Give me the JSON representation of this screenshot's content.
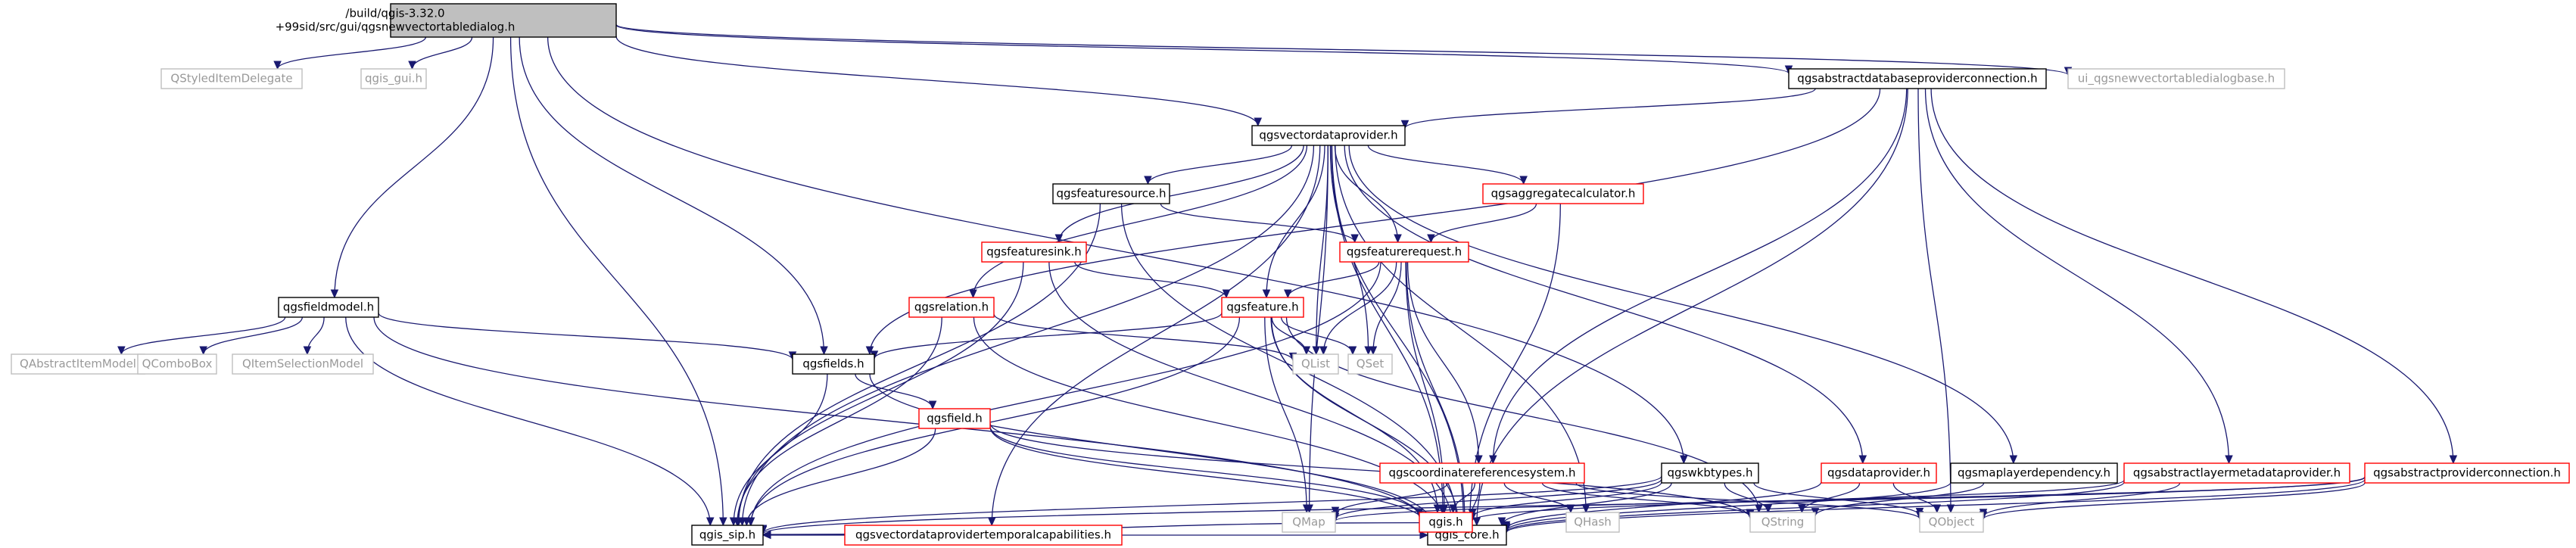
{
  "graph": {
    "colors": {
      "edge": "#191970",
      "root_fill": "#bfbfbf",
      "normal_border": "#000000",
      "truncated_border": "#ff0000",
      "external_border": "#bfbfbf",
      "node_text": "#000000",
      "external_text": "#999999"
    },
    "nodes": [
      {
        "id": "root",
        "lines": [
          "/build/qgis-3.32.0",
          "+99sid/src/gui/qgsnewvectortabledialog.h"
        ],
        "kind": "root"
      },
      {
        "id": "qstyleditemdelegate",
        "lines": [
          "QStyledItemDelegate"
        ],
        "kind": "external"
      },
      {
        "id": "qgis_gui",
        "lines": [
          "qgis_gui.h"
        ],
        "kind": "external"
      },
      {
        "id": "qgsfieldmodel",
        "lines": [
          "qgsfieldmodel.h"
        ],
        "kind": "normal"
      },
      {
        "id": "qabstractitemmodel",
        "lines": [
          "QAbstractItemModel"
        ],
        "kind": "external"
      },
      {
        "id": "qcombobox",
        "lines": [
          "QComboBox"
        ],
        "kind": "external"
      },
      {
        "id": "qitemselectionmodel",
        "lines": [
          "QItemSelectionModel"
        ],
        "kind": "external"
      },
      {
        "id": "qgsfields",
        "lines": [
          "qgsfields.h"
        ],
        "kind": "normal"
      },
      {
        "id": "qgsfield",
        "lines": [
          "qgsfield.h"
        ],
        "kind": "truncated"
      },
      {
        "id": "qgis_sip",
        "lines": [
          "qgis_sip.h"
        ],
        "kind": "normal"
      },
      {
        "id": "qgis_core",
        "lines": [
          "qgis_core.h"
        ],
        "kind": "normal"
      },
      {
        "id": "qgsvectordataprovider",
        "lines": [
          "qgsvectordataprovider.h"
        ],
        "kind": "normal"
      },
      {
        "id": "qgsfeaturesource",
        "lines": [
          "qgsfeaturesource.h"
        ],
        "kind": "normal"
      },
      {
        "id": "qgsfeaturesink",
        "lines": [
          "qgsfeaturesink.h"
        ],
        "kind": "truncated"
      },
      {
        "id": "qgsrelation",
        "lines": [
          "qgsrelation.h"
        ],
        "kind": "truncated"
      },
      {
        "id": "qgsfeaturerequest",
        "lines": [
          "qgsfeaturerequest.h"
        ],
        "kind": "truncated"
      },
      {
        "id": "qgsaggregatecalculator",
        "lines": [
          "qgsaggregatecalculator.h"
        ],
        "kind": "truncated"
      },
      {
        "id": "qgsfeature",
        "lines": [
          "qgsfeature.h"
        ],
        "kind": "truncated"
      },
      {
        "id": "qlist",
        "lines": [
          "QList"
        ],
        "kind": "external"
      },
      {
        "id": "qset",
        "lines": [
          "QSet"
        ],
        "kind": "external"
      },
      {
        "id": "qgsvdptemporal",
        "lines": [
          "qgsvectordataprovidertemporalcapabilities.h"
        ],
        "kind": "truncated"
      },
      {
        "id": "qgscrs",
        "lines": [
          "qgscoordinatereferencesystem.h"
        ],
        "kind": "truncated"
      },
      {
        "id": "qmap",
        "lines": [
          "QMap"
        ],
        "kind": "external"
      },
      {
        "id": "qgis_h",
        "lines": [
          "qgis.h"
        ],
        "kind": "truncated"
      },
      {
        "id": "qhash",
        "lines": [
          "QHash"
        ],
        "kind": "external"
      },
      {
        "id": "qgswkbtypes",
        "lines": [
          "qgswkbtypes.h"
        ],
        "kind": "normal"
      },
      {
        "id": "qstring",
        "lines": [
          "QString"
        ],
        "kind": "external"
      },
      {
        "id": "qgsdataprovider",
        "lines": [
          "qgsdataprovider.h"
        ],
        "kind": "truncated"
      },
      {
        "id": "qobject",
        "lines": [
          "QObject"
        ],
        "kind": "external"
      },
      {
        "id": "qgsmaplayerdependency",
        "lines": [
          "qgsmaplayerdependency.h"
        ],
        "kind": "normal"
      },
      {
        "id": "qgsabstractdbpc",
        "lines": [
          "qgsabstractdatabaseproviderconnection.h"
        ],
        "kind": "normal"
      },
      {
        "id": "ui_dialogbase",
        "lines": [
          "ui_qgsnewvectortabledialogbase.h"
        ],
        "kind": "external"
      },
      {
        "id": "qgsabstractlmp",
        "lines": [
          "qgsabstractlayermetadataprovider.h"
        ],
        "kind": "truncated"
      },
      {
        "id": "qgsabstractpc",
        "lines": [
          "qgsabstractproviderconnection.h"
        ],
        "kind": "truncated"
      }
    ],
    "edges": [
      [
        "root",
        "qstyleditemdelegate"
      ],
      [
        "root",
        "qgis_gui"
      ],
      [
        "root",
        "qgsfieldmodel"
      ],
      [
        "root",
        "qgsfields"
      ],
      [
        "root",
        "qgis_sip"
      ],
      [
        "root",
        "qgsvectordataprovider"
      ],
      [
        "root",
        "qgswkbtypes"
      ],
      [
        "root",
        "qgsabstractdbpc"
      ],
      [
        "root",
        "ui_dialogbase"
      ],
      [
        "qgsfieldmodel",
        "qabstractitemmodel"
      ],
      [
        "qgsfieldmodel",
        "qcombobox"
      ],
      [
        "qgsfieldmodel",
        "qitemselectionmodel"
      ],
      [
        "qgsfieldmodel",
        "qgsfields"
      ],
      [
        "qgsfieldmodel",
        "qgis_sip"
      ],
      [
        "qgsfieldmodel",
        "qgis_core"
      ],
      [
        "qgsfields",
        "qgsfield"
      ],
      [
        "qgsfields",
        "qgis_sip"
      ],
      [
        "qgsfields",
        "qgis_core"
      ],
      [
        "qgsfield",
        "qgis_sip"
      ],
      [
        "qgsfield",
        "qgis_core"
      ],
      [
        "qgsfield",
        "qgis_h"
      ],
      [
        "qgsfield",
        "qstring"
      ],
      [
        "qgsvectordataprovider",
        "qgsfeaturesource"
      ],
      [
        "qgsvectordataprovider",
        "qgsfeaturesink"
      ],
      [
        "qgsvectordataprovider",
        "qgsrelation"
      ],
      [
        "qgsvectordataprovider",
        "qgsfeaturerequest"
      ],
      [
        "qgsvectordataprovider",
        "qgsaggregatecalculator"
      ],
      [
        "qgsvectordataprovider",
        "qgsfeature"
      ],
      [
        "qgsvectordataprovider",
        "qlist"
      ],
      [
        "qgsvectordataprovider",
        "qset"
      ],
      [
        "qgsvectordataprovider",
        "qgsvdptemporal"
      ],
      [
        "qgsvectordataprovider",
        "qmap"
      ],
      [
        "qgsvectordataprovider",
        "qhash"
      ],
      [
        "qgsvectordataprovider",
        "qgsdataprovider"
      ],
      [
        "qgsvectordataprovider",
        "qgsmaplayerdependency"
      ],
      [
        "qgsvectordataprovider",
        "qgis_sip"
      ],
      [
        "qgsvectordataprovider",
        "qgis_core"
      ],
      [
        "qgsvectordataprovider",
        "qgis_h"
      ],
      [
        "qgsfeaturesource",
        "qgsfeaturerequest"
      ],
      [
        "qgsfeaturesource",
        "qgis_core"
      ],
      [
        "qgsfeaturesource",
        "qgis_sip"
      ],
      [
        "qgsfeaturesink",
        "qgsfeature"
      ],
      [
        "qgsfeaturesink",
        "qgis_core"
      ],
      [
        "qgsfeaturesink",
        "qgis_sip"
      ],
      [
        "qgsrelation",
        "qlist"
      ],
      [
        "qgsrelation",
        "qgis_core"
      ],
      [
        "qgsrelation",
        "qgis_sip"
      ],
      [
        "qgsaggregatecalculator",
        "qgsfeaturerequest"
      ],
      [
        "qgsaggregatecalculator",
        "qgis_core"
      ],
      [
        "qgsfeaturerequest",
        "qgsfeature"
      ],
      [
        "qgsfeaturerequest",
        "qlist"
      ],
      [
        "qgsfeaturerequest",
        "qset"
      ],
      [
        "qgsfeaturerequest",
        "qgscrs"
      ],
      [
        "qgsfeaturerequest",
        "qgis_core"
      ],
      [
        "qgsfeaturerequest",
        "qgis_sip"
      ],
      [
        "qgsfeaturerequest",
        "qgis_h"
      ],
      [
        "qgsfeature",
        "qgsfields"
      ],
      [
        "qgsfeature",
        "qlist"
      ],
      [
        "qgsfeature",
        "qset"
      ],
      [
        "qgsfeature",
        "qmap"
      ],
      [
        "qgsfeature",
        "qgis_core"
      ],
      [
        "qgsfeature",
        "qgis_sip"
      ],
      [
        "qgsfeature",
        "qstring"
      ],
      [
        "qgsfeature",
        "qgis_h"
      ],
      [
        "qgsvdptemporal",
        "qgis_core"
      ],
      [
        "qgsvdptemporal",
        "qgis_sip"
      ],
      [
        "qgscrs",
        "qmap"
      ],
      [
        "qgscrs",
        "qgis_h"
      ],
      [
        "qgscrs",
        "qhash"
      ],
      [
        "qgscrs",
        "qstring"
      ],
      [
        "qgscrs",
        "qobject"
      ],
      [
        "qgscrs",
        "qgis_core"
      ],
      [
        "qgis_h",
        "qgis_core"
      ],
      [
        "qgis_h",
        "qgis_sip"
      ],
      [
        "qgswkbtypes",
        "qmap"
      ],
      [
        "qgswkbtypes",
        "qstring"
      ],
      [
        "qgswkbtypes",
        "qobject"
      ],
      [
        "qgswkbtypes",
        "qgis_h"
      ],
      [
        "qgswkbtypes",
        "qgis_core"
      ],
      [
        "qgswkbtypes",
        "qgis_sip"
      ],
      [
        "qgsdataprovider",
        "qstring"
      ],
      [
        "qgsdataprovider",
        "qobject"
      ],
      [
        "qgsdataprovider",
        "qgis_core"
      ],
      [
        "qgsmaplayerdependency",
        "qstring"
      ],
      [
        "qgsmaplayerdependency",
        "qgis_core"
      ],
      [
        "qgsabstractdbpc",
        "qgsvectordataprovider"
      ],
      [
        "qgsabstractdbpc",
        "qgsfields"
      ],
      [
        "qgsabstractdbpc",
        "qgscrs"
      ],
      [
        "qgsabstractdbpc",
        "qgsabstractlmp"
      ],
      [
        "qgsabstractdbpc",
        "qgsabstractpc"
      ],
      [
        "qgsabstractdbpc",
        "qobject"
      ],
      [
        "qgsabstractdbpc",
        "qgis_core"
      ],
      [
        "qgsabstractlmp",
        "qgis_h"
      ],
      [
        "qgsabstractlmp",
        "qgis_core"
      ],
      [
        "qgsabstractlmp",
        "qobject"
      ],
      [
        "qgsabstractpc",
        "qgis_core"
      ],
      [
        "qgsabstractpc",
        "qgis_sip"
      ],
      [
        "qgsabstractpc",
        "qmap"
      ],
      [
        "qgsabstractpc",
        "qobject"
      ]
    ]
  }
}
